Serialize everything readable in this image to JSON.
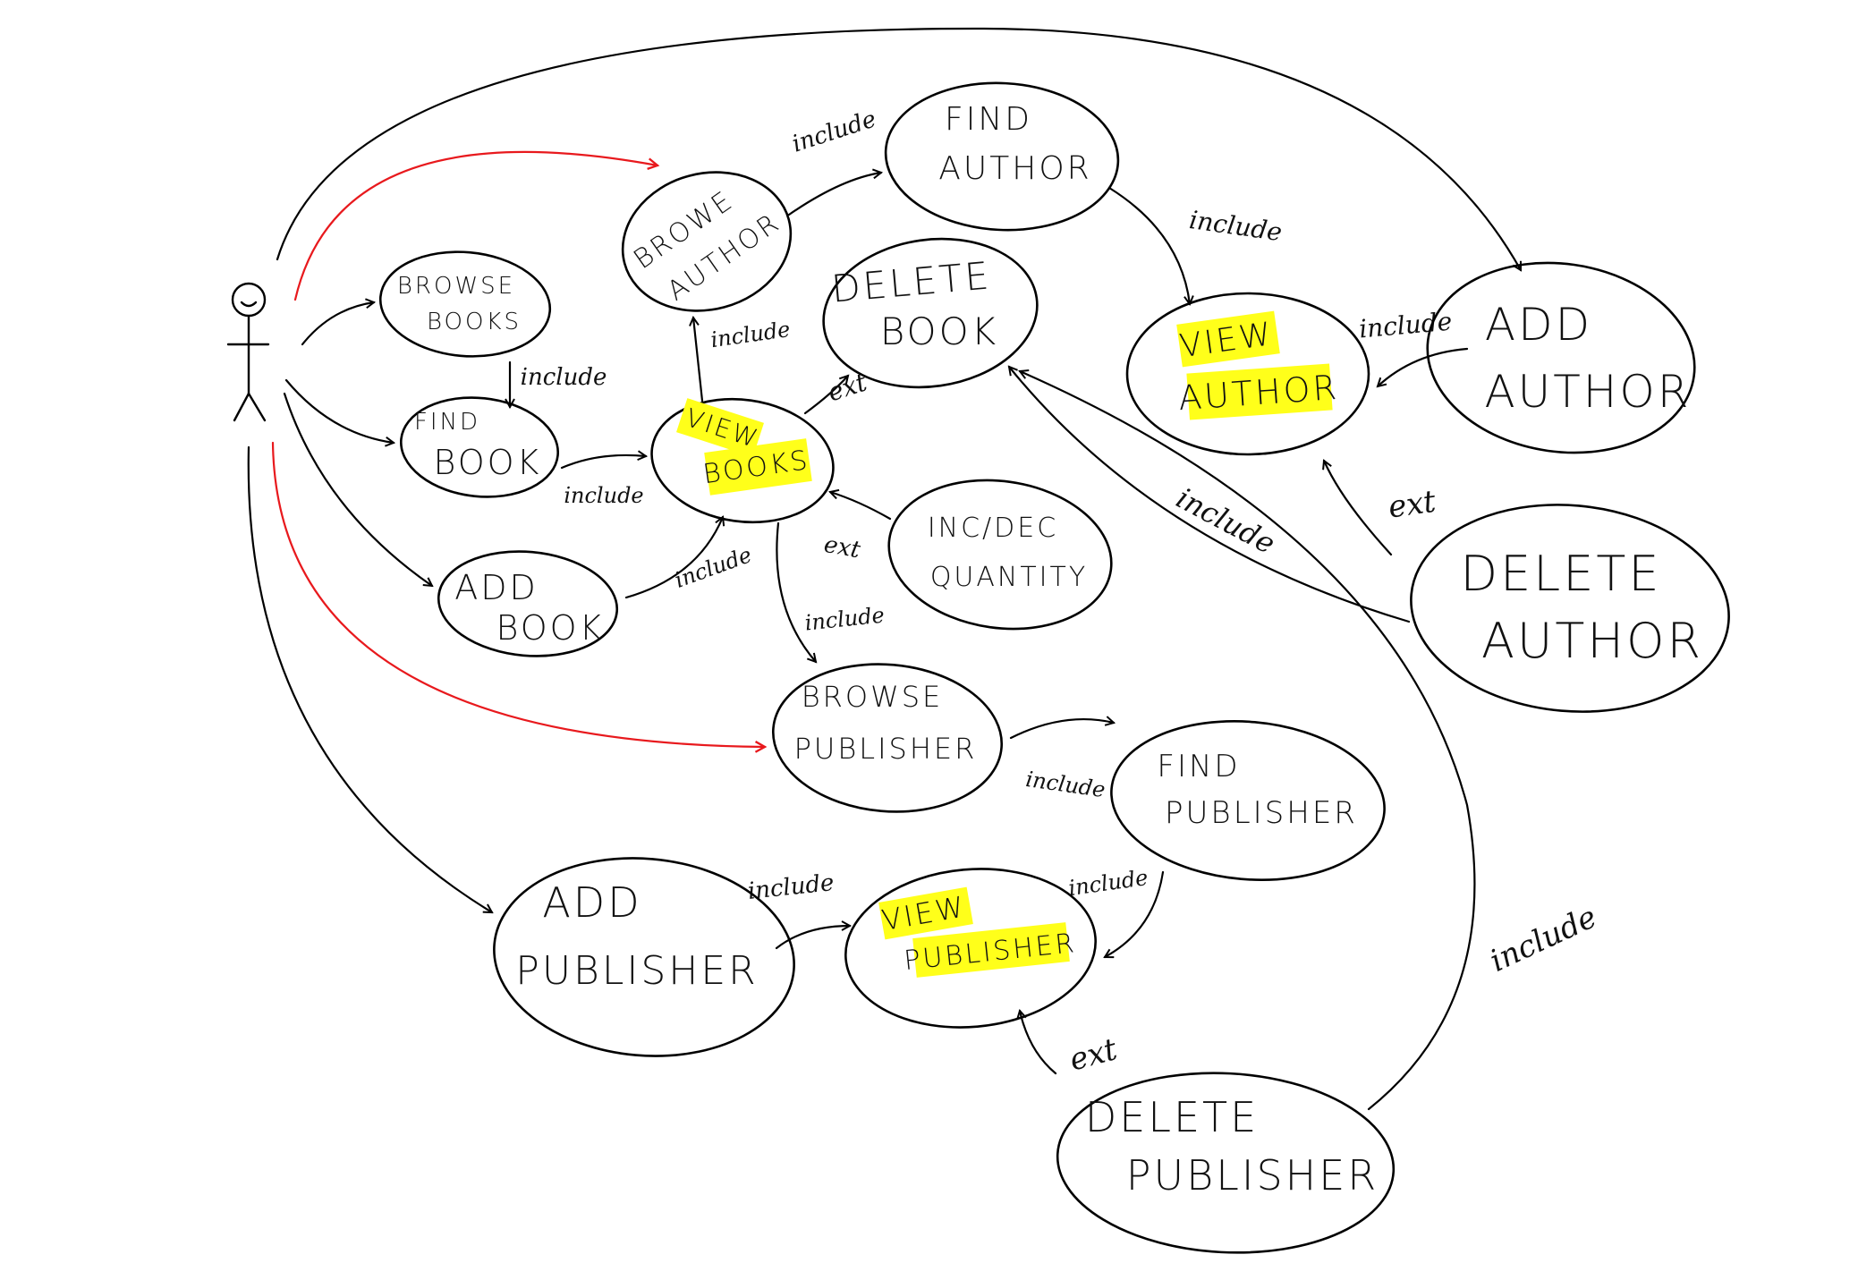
{
  "actor": {
    "name": ""
  },
  "colors": {
    "ink": "#000000",
    "highlight": "#ffff1a",
    "red_arrow": "#e8191d"
  },
  "use_cases": {
    "browse_books": [
      "BROWSE",
      "BOOKS"
    ],
    "find_book": [
      "FIND",
      "BOOK"
    ],
    "add_book": [
      "ADD",
      "BOOK"
    ],
    "browse_author": [
      "BROWE",
      "AUTHOR"
    ],
    "view_books": [
      "VIEW",
      "BOOKS"
    ],
    "delete_book": [
      "DELETE",
      "BOOK"
    ],
    "find_author": [
      "FIND",
      "AUTHOR"
    ],
    "view_author": [
      "VIEW",
      "AUTHOR"
    ],
    "add_author": [
      "ADD",
      "AUTHOR"
    ],
    "delete_author": [
      "DELETE",
      "AUTHOR"
    ],
    "inc_dec_quantity": [
      "INC/DEC",
      "QUANTITY"
    ],
    "browse_publisher": [
      "BROWSE",
      "PUBLISHER"
    ],
    "find_publisher": [
      "FIND",
      "PUBLISHER"
    ],
    "add_publisher": [
      "ADD",
      "PUBLISHER"
    ],
    "view_publisher": [
      "VIEW",
      "PUBLISHER"
    ],
    "delete_publisher": [
      "DELETE",
      "PUBLISHER"
    ]
  },
  "highlighted": [
    "view_books",
    "view_author",
    "view_publisher"
  ],
  "relations": {
    "include": "include",
    "extend": "ext"
  }
}
